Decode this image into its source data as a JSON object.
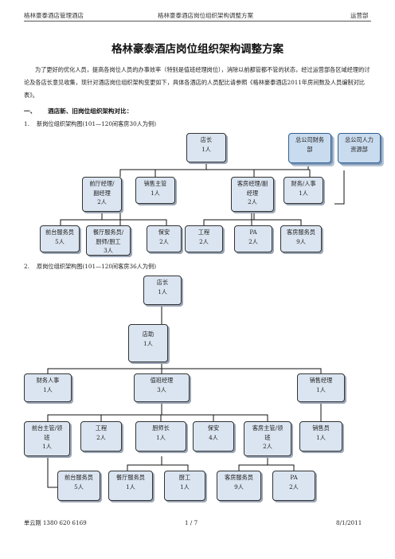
{
  "header": {
    "left": "格林豪泰酒店管理酒店",
    "center": "格林豪泰酒店岗位组织架构调整方案",
    "right": "运营部"
  },
  "title": "格林豪泰酒店岗位组织架构调整方案",
  "intro": "为了更好的优化人员，提高各岗位人员的办事效率（特别是值班经理岗位），消除以前都管都不管的状态，经过运营部各区域经理的讨论及各店长意见收集，现针对酒店岗位组织架构变更如下，具体各酒店的人员配比请参照《格林豪泰酒店2011年房间数及人员编制对比表》。",
  "section": {
    "num": "一、",
    "text": "酒店新、旧岗位组织架构对比："
  },
  "chart1": {
    "num": "1.",
    "caption": "新岗位组织架构图(101—120间客房30人为例)",
    "boxes": {
      "manager": [
        "店长",
        "1人"
      ],
      "hq_finance": [
        "总公司财务",
        "部"
      ],
      "hq_hr": [
        "总公司人力",
        "资源部"
      ],
      "front": [
        "前厅经理/",
        "副经理",
        "2人"
      ],
      "sales": [
        "销售主管",
        "1人"
      ],
      "house": [
        "客房经理/副",
        "经理",
        "2人"
      ],
      "finance": [
        "财务/人事",
        "1人"
      ],
      "reception": [
        "前台服务员",
        "5人"
      ],
      "restaurant": [
        "餐厅服务员/",
        "厨师/厨工",
        "3人"
      ],
      "security": [
        "保安",
        "2人"
      ],
      "engineering": [
        "工程",
        "2人"
      ],
      "pa": [
        "PA",
        "2人"
      ],
      "room_service": [
        "客房服务员",
        "9人"
      ]
    }
  },
  "chart2": {
    "num": "2.",
    "caption": "原岗位组织架构图(101—120间客房36人为例)",
    "boxes": {
      "manager": [
        "店长",
        "1人"
      ],
      "assistant": [
        "店助",
        "1人"
      ],
      "finance": [
        "财务人事",
        "1人"
      ],
      "duty": [
        "值班经理",
        "3人"
      ],
      "sales_mgr": [
        "销售经理",
        "1人"
      ],
      "front_sup": [
        "前台主管/领",
        "班",
        "1人"
      ],
      "engineering": [
        "工程",
        "2人"
      ],
      "chef": [
        "厨师长",
        "1人"
      ],
      "security": [
        "保安",
        "4人"
      ],
      "house_sup": [
        "客房主管/领",
        "班",
        "2人"
      ],
      "sales_rep": [
        "销售员",
        "1人"
      ],
      "reception": [
        "前台服务员",
        "5人"
      ],
      "restaurant": [
        "餐厅服务员",
        "1人"
      ],
      "kitchen": [
        "厨工",
        "1人"
      ],
      "room_service": [
        "客房服务员",
        "9人"
      ],
      "pa": [
        "PA",
        "2人"
      ]
    }
  },
  "footer": {
    "left": "单云刚 1380 620 6169",
    "center": "1  /  7",
    "right": "8/1/2011"
  }
}
